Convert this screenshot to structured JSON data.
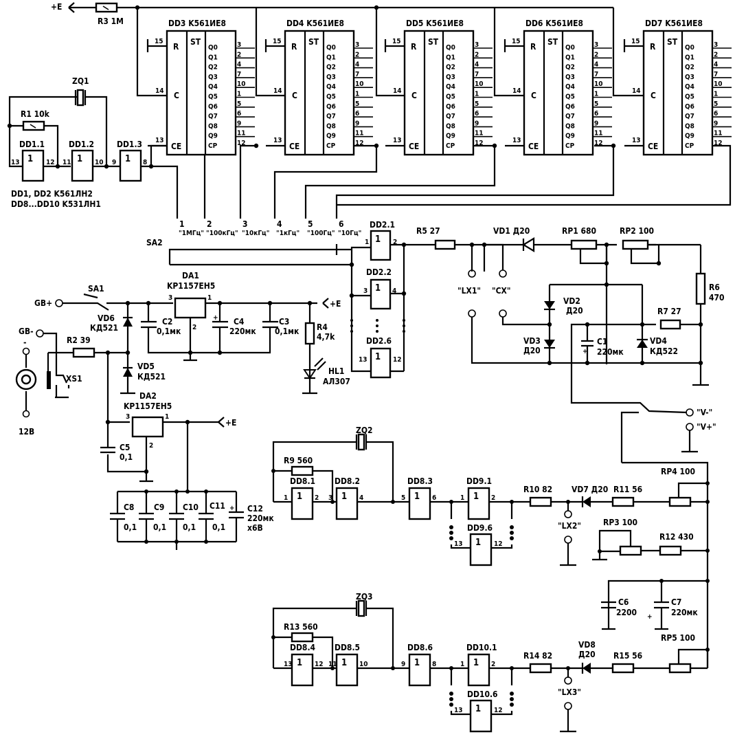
{
  "title": "LC meter / crystal oscillator frequency reference schematic",
  "power": {
    "plus_e": "+E",
    "r3": "R3 1M"
  },
  "osc_main": {
    "zq": "ZQ1",
    "r1": "R1 10k",
    "gates": [
      "DD1.1",
      "DD1.2",
      "DD1.3"
    ],
    "pins": {
      "g1_in": "13",
      "g1_out": "12",
      "g2_in": "11",
      "g2_out": "10",
      "g3_in": "9",
      "g3_out": "8"
    }
  },
  "ic_note": [
    "DD1, DD2 K561ЛН2",
    "DD8...DD10 K531ЛН1"
  ],
  "counters": [
    {
      "name": "DD3 K561ИЕ8"
    },
    {
      "name": "DD4 K561ИЕ8"
    },
    {
      "name": "DD5 K561ИЕ8"
    },
    {
      "name": "DD6 K561ИЕ8"
    },
    {
      "name": "DD7 K561ИЕ8"
    }
  ],
  "counter_pins": {
    "r": "R",
    "st": "ST",
    "c": "C",
    "ce": "CE",
    "outs": [
      "Q0",
      "Q1",
      "Q2",
      "Q3",
      "Q4",
      "Q5",
      "Q6",
      "Q7",
      "Q8",
      "Q9",
      "CP"
    ],
    "out_pins": [
      "3",
      "2",
      "4",
      "7",
      "10",
      "1",
      "5",
      "6",
      "9",
      "11",
      "12"
    ],
    "r_pin": "15",
    "c_pin": "14",
    "ce_pin": "13"
  },
  "sa2": {
    "label": "SA2",
    "positions": [
      {
        "n": "1",
        "f": "\"1МГц\""
      },
      {
        "n": "2",
        "f": "\"100кГц\""
      },
      {
        "n": "3",
        "f": "\"10кГц\""
      },
      {
        "n": "4",
        "f": "\"1кГц\""
      },
      {
        "n": "5",
        "f": "\"100Гц\""
      },
      {
        "n": "6",
        "f": "\"10Гц\""
      }
    ]
  },
  "buffer": {
    "gates": [
      "DD2.1",
      "DD2.2",
      "DD2.6"
    ],
    "pins": [
      "1",
      "2",
      "3",
      "4",
      "13",
      "12"
    ]
  },
  "meas": {
    "r5": "R5 27",
    "vd1": "VD1 Д20",
    "rp1": "RP1 680",
    "rp2": "RP2 100",
    "lx1": "\"LX1\"",
    "cx": "\"CX\"",
    "vd2": [
      "VD2",
      "Д20"
    ],
    "vd3": [
      "VD3",
      "Д20"
    ],
    "vd4": [
      "VD4",
      "КД522"
    ],
    "c1": [
      "C1",
      "220мк"
    ],
    "r7": "R7 27",
    "r6": [
      "R6",
      "470"
    ]
  },
  "supply": {
    "sa1": "SA1",
    "gb_plus": "GB+",
    "gb_minus": "GB-",
    "da1": [
      "DA1",
      "KP1157EH5"
    ],
    "vd6": [
      "VD6",
      "КД521"
    ],
    "vd5": [
      "VD5",
      "КД521"
    ],
    "c2": [
      "C2",
      "0,1мк"
    ],
    "c4": [
      "C4",
      "220мк"
    ],
    "c3": [
      "C3",
      "0,1мк"
    ],
    "r4": [
      "R4",
      "4,7k"
    ],
    "hl1": [
      "HL1",
      "АЛ307"
    ],
    "r2": "R2 39",
    "xs1": "XS1",
    "v12": "12В",
    "minus": "-",
    "da2": [
      "DA2",
      "KP1157EH5"
    ],
    "c5": [
      "C5",
      "0,1"
    ],
    "c8": [
      "C8",
      "0,1"
    ],
    "c9": [
      "C9",
      "0,1"
    ],
    "c10": [
      "C10",
      "0,1"
    ],
    "c11": [
      "C11",
      "0,1"
    ],
    "c12": [
      "C12",
      "220мк",
      "х6В"
    ]
  },
  "osc2": {
    "zq": "ZQ2",
    "r9": "R9 560",
    "gates": [
      "DD8.1",
      "DD8.2",
      "DD8.3",
      "DD9.1",
      "DD9.6"
    ],
    "r10": "R10 82",
    "vd7": "VD7 Д20",
    "r11": "R11 56",
    "rp4": "RP4 100",
    "lx2": "\"LX2\"",
    "rp3": "RP3 100",
    "r12": "R12 430"
  },
  "osc3": {
    "zq": "ZQ3",
    "r13": "R13 560",
    "gates": [
      "DD8.4",
      "DD8.5",
      "DD8.6",
      "DD10.1",
      "DD10.6"
    ],
    "r14": "R14 82",
    "vd8": [
      "VD8",
      "Д20"
    ],
    "r15": "R15 56",
    "rp5": "RP5 100",
    "lx3": "\"LX3\"",
    "c6": [
      "C6",
      "2200"
    ],
    "c7": [
      "C7",
      "220мк"
    ]
  },
  "vout": {
    "vminus": "\"V-\"",
    "vplus": "\"V+\""
  }
}
